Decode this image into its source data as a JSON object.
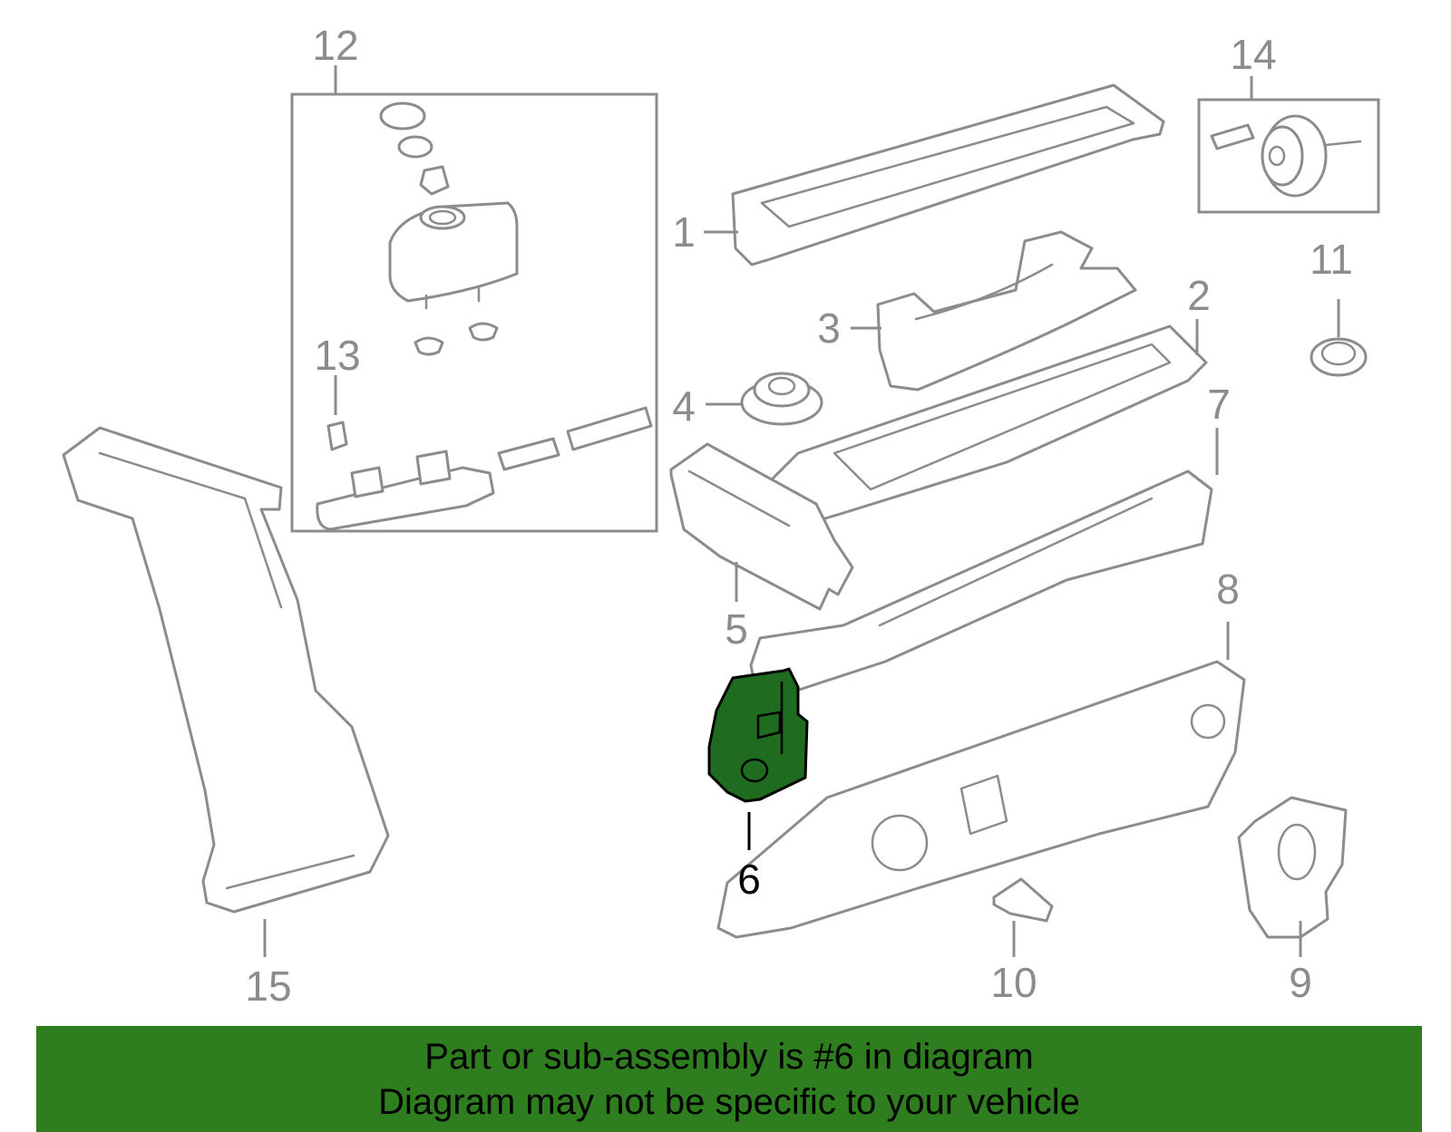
{
  "callouts": {
    "c1": "1",
    "c2": "2",
    "c3": "3",
    "c4": "4",
    "c5": "5",
    "c6": "6",
    "c7": "7",
    "c8": "8",
    "c9": "9",
    "c10": "10",
    "c11": "11",
    "c12": "12",
    "c13": "13",
    "c14": "14",
    "c15": "15"
  },
  "highlighted_part": "6",
  "colors": {
    "highlight_fill": "#1f6b1f",
    "banner_background": "#2e7d1f",
    "line_gray": "#8c8c8c"
  },
  "banner": {
    "line1": "Part or sub-assembly is #6 in diagram",
    "line2": "Diagram may not be specific to your vehicle"
  }
}
